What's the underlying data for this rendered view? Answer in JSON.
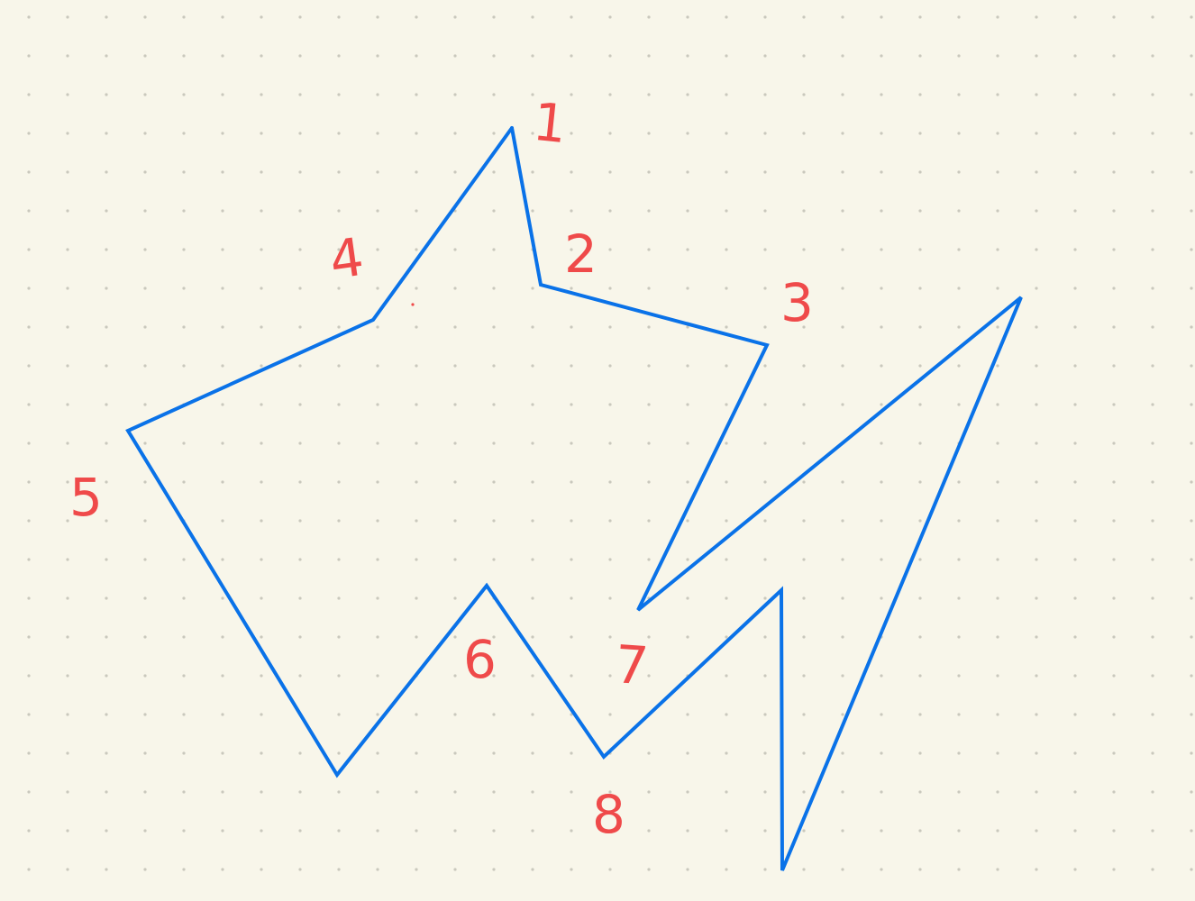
{
  "colors": {
    "background": "#f8f6ea",
    "dot_grid": "#c9c8bd",
    "polygon_stroke": "#0a72e8",
    "label_color": "#ef4a4a"
  },
  "vertex_labels": [
    "1",
    "2",
    "3",
    "4",
    "5",
    "6",
    "7",
    "8"
  ]
}
